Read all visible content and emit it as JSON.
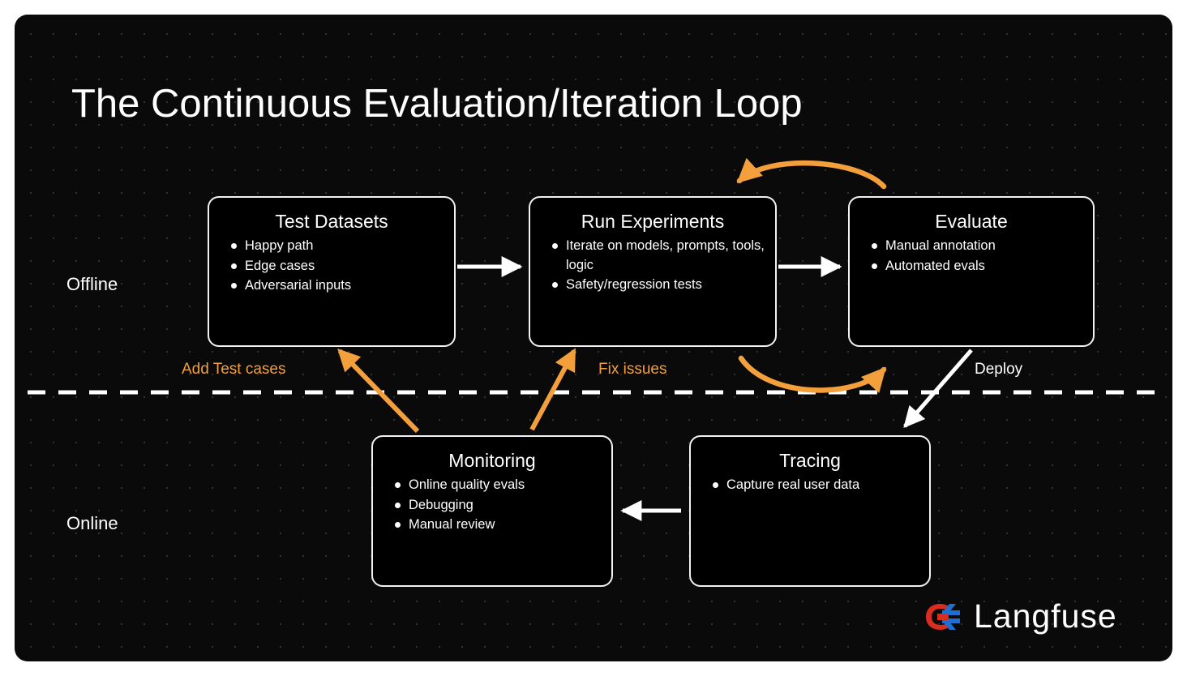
{
  "slide": {
    "title": "The Continuous Evaluation/Iteration Loop",
    "background_color": "#0a0a0a",
    "accent_color": "#f3a03c",
    "line_color": "#ffffff"
  },
  "phases": [
    {
      "name": "offline",
      "label": "Offline"
    },
    {
      "name": "online",
      "label": "Online"
    }
  ],
  "nodes": [
    {
      "id": "test-datasets",
      "title": "Test Datasets",
      "items": [
        "Happy path",
        "Edge cases",
        "Adversarial inputs"
      ]
    },
    {
      "id": "run-experiments",
      "title": "Run Experiments",
      "items": [
        "Iterate on models, prompts, tools, logic",
        "Safety/regression tests"
      ]
    },
    {
      "id": "evaluate",
      "title": "Evaluate",
      "items": [
        "Manual annotation",
        "Automated evals"
      ]
    },
    {
      "id": "monitoring",
      "title": "Monitoring",
      "items": [
        "Online quality evals",
        "Debugging",
        "Manual review"
      ]
    },
    {
      "id": "tracing",
      "title": "Tracing",
      "items": [
        "Capture real user data"
      ]
    }
  ],
  "edge_labels": [
    {
      "id": "add-test-cases",
      "label": "Add Test cases",
      "color": "#f3a03c"
    },
    {
      "id": "fix-issues",
      "label": "Fix issues",
      "color": "#f3a03c"
    },
    {
      "id": "deploy",
      "label": "Deploy",
      "color": "#ffffff"
    }
  ],
  "logo": {
    "wordmark": "Langfuse",
    "mark_red": "#d92d20",
    "mark_blue": "#1f6fd0"
  }
}
